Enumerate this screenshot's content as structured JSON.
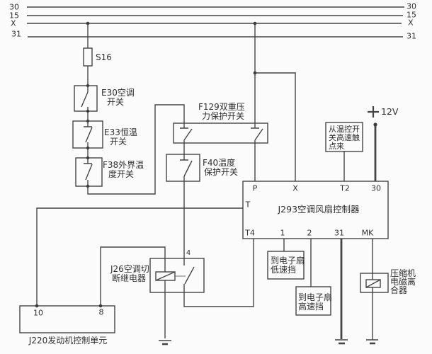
{
  "colors": {
    "line": "#454545",
    "text": "#303030",
    "background": "#fbfbfb"
  },
  "bus": {
    "left": {
      "b30": "30",
      "b15": "15",
      "bx": "X",
      "b31": "31"
    },
    "right": {
      "b30": "30",
      "b15": "15",
      "bx": "X",
      "b31": "31"
    }
  },
  "fuse": {
    "label": "S16"
  },
  "switch_e30": {
    "line1": "E30空调",
    "line2": "开关"
  },
  "switch_e33": {
    "line1": "E33恒温",
    "line2": "开关"
  },
  "switch_f38": {
    "line1": "F38外界温",
    "line2": "度开关"
  },
  "switch_f129": {
    "line1": "F129双重压",
    "line2": "力保护开关"
  },
  "switch_f40": {
    "line1": "F40温度",
    "line2": "保护开关"
  },
  "controller_j293": {
    "title": "J293空调风扇控制器",
    "pin_p": "P",
    "pin_x": "X",
    "pin_t2": "T2",
    "pin_30": "30",
    "pin_t": "T",
    "pin_t4": "T4",
    "pin_1": "1",
    "pin_2": "2",
    "pin_31": "31",
    "pin_mk": "MK"
  },
  "power": {
    "label": "12V"
  },
  "thermo_note": {
    "line1": "从温控开",
    "line2": "关高速触",
    "line3": "点来"
  },
  "relay_j26": {
    "line1": "J26空调切",
    "line2": "断继电器",
    "pin_4": "4"
  },
  "ecu_j220": {
    "title": "J220发动机控制单元",
    "pin_10": "10",
    "pin_8": "8"
  },
  "fan_low": {
    "line1": "到电子扇",
    "line2": "低速挡"
  },
  "fan_high": {
    "line1": "到电子扇",
    "line2": "高速挡"
  },
  "clutch": {
    "line1": "压缩机",
    "line2": "电磁离",
    "line3": "合器"
  }
}
